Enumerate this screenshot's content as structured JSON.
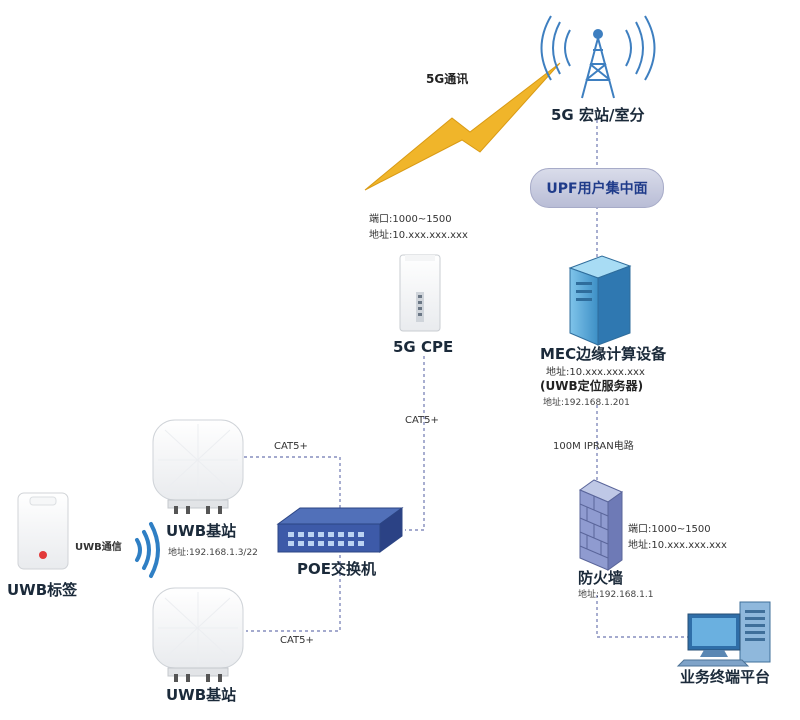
{
  "link_5g": "5G通讯",
  "tower": {
    "label": "5G 宏站/室分"
  },
  "upf": {
    "label": "UPF用户集中面"
  },
  "cpe": {
    "port": "端口:1000~1500",
    "addr": "地址:10.xxx.xxx.xxx",
    "label": "5G CPE"
  },
  "mec": {
    "label": "MEC边缘计算设备",
    "addr": "地址:10.xxx.xxx.xxx",
    "role": "(UWB定位服务器)",
    "ip": "地址:192.168.1.201"
  },
  "ipran": "100M IPRAN电路",
  "firewall": {
    "port": "端口:1000~1500",
    "addr": "地址:10.xxx.xxx.xxx",
    "label": "防火墙",
    "ip": "地址:192.168.1.1"
  },
  "platform": {
    "label": "业务终端平台"
  },
  "cat5_cpe": "CAT5+",
  "cat5_top": "CAT5+",
  "cat5_bottom": "CAT5+",
  "uwb_top": {
    "label": "UWB基站",
    "ip": "地址:192.168.1.3/22"
  },
  "uwb_bottom": {
    "label": "UWB基站"
  },
  "poe": {
    "label": "POE交换机"
  },
  "uwb_link": "UWB通信",
  "tag": {
    "label": "UWB标签"
  },
  "colors": {
    "line": "#6e78b0",
    "bolt": "#f0b52a",
    "blue": "#3a8fc9"
  }
}
